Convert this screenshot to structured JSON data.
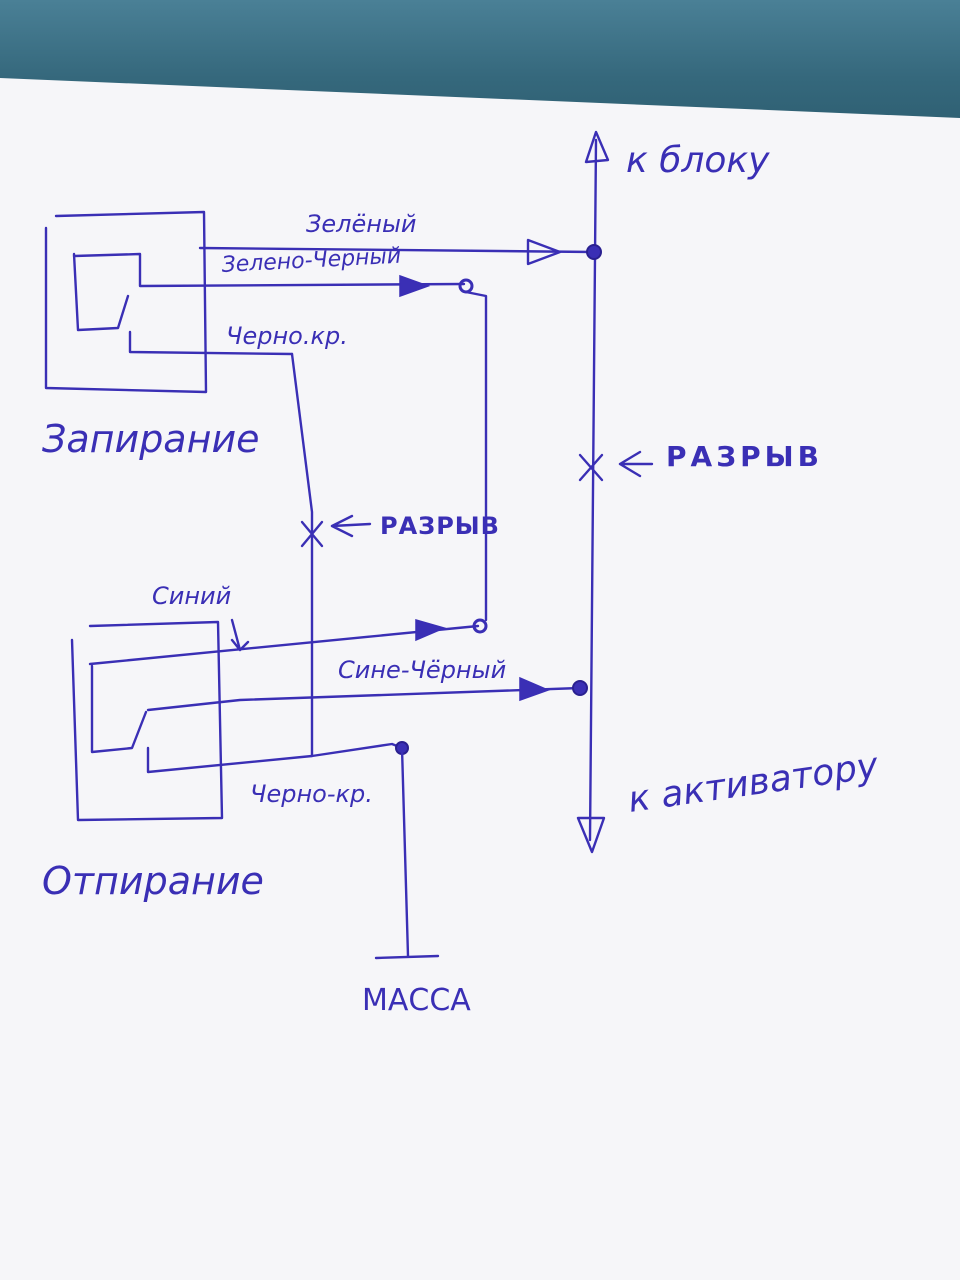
{
  "labels": {
    "to_block": "к блоку",
    "to_actuator": "к активатору",
    "green": "Зелёный",
    "green_black": "Зелено-Черный",
    "black_red_top": "Черно.кр.",
    "black_red_bottom": "Черно-кр.",
    "blue": "Синий",
    "blue_black": "Сине-Чёрный",
    "break_right": "РАЗРЫВ",
    "break_middle": "РАЗРЫВ",
    "lock_switch": "Запирание",
    "unlock_switch": "Отпирание",
    "ground": "МАССА"
  },
  "colors": {
    "ink": "#3a2fb5",
    "paper": "#f7f7f9",
    "table": "#3b6e82"
  }
}
